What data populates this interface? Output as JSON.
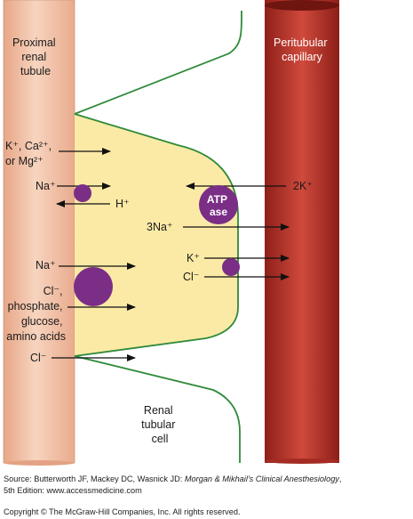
{
  "labels": {
    "proximal_tubule": [
      "Proximal",
      "renal",
      "tubule"
    ],
    "peritubular_capillary": [
      "Peritubular",
      "capillary"
    ],
    "renal_tubular_cell": [
      "Renal",
      "tubular",
      "cell"
    ],
    "k_ca_mg_line1": "K⁺, Ca²⁺,",
    "k_ca_mg_line2": "or Mg²⁺",
    "na_1": "Na⁺",
    "h": "H⁺",
    "two_k": "2K⁺",
    "atp_line1": "ATP",
    "atp_line2": "ase",
    "three_na": "3Na⁺",
    "k_basolateral": "K⁺",
    "cl_basolateral": "Cl⁻",
    "na_2": "Na⁺",
    "cotransport": [
      "Cl⁻,",
      "phosphate,",
      "glucose,",
      "amino acids"
    ],
    "cl_bottom": "Cl⁻"
  },
  "footer": {
    "source_prefix": "Source: Butterworth JF, Mackey DC, Wasnick JD: ",
    "source_title": "Morgan & Mikhail's Clinical Anesthesiology",
    "source_suffix": ",",
    "edition": "5th Edition: www.accessmedicine.com",
    "copyright": "Copyright © The McGraw-Hill Companies, Inc. All rights reserved."
  },
  "colors": {
    "tubule": "#f0bfa4",
    "capillary": "#b8362c",
    "cell_fill": "#fbeaa6",
    "cell_outline": "#2f8a3a",
    "transporter": "#7a2e86"
  }
}
